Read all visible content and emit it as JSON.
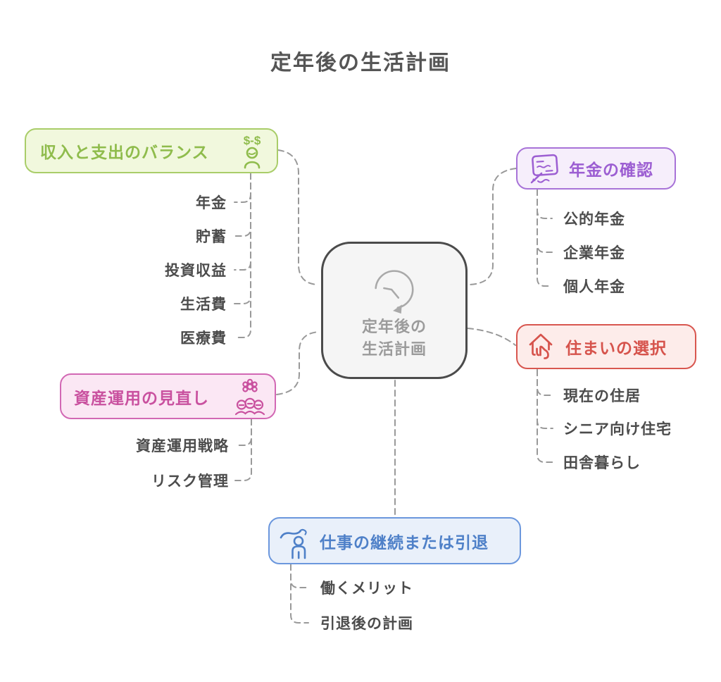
{
  "title": "定年後の生活計画",
  "center": {
    "label_line1": "定年後の",
    "label_line2": "生活計画",
    "icon": "rotate-clock-icon",
    "border_color": "#4b4b4b",
    "bg_color": "#f5f5f5",
    "text_color": "#9b9b9b"
  },
  "connector_color": "#999999",
  "item_text_color": "#4c4c4c",
  "branches": [
    {
      "label": "収入と支出のバランス",
      "icon": "income-balance-person-icon",
      "icon_text": "$-$",
      "border_color": "#a9cd69",
      "bg_color": "#f1f8dd",
      "text_color": "#8fbc4c",
      "children": [
        "年金",
        "貯蓄",
        "投資収益",
        "生活費",
        "医療費"
      ]
    },
    {
      "label": "資産運用の見直し",
      "icon": "asset-flower-group-icon",
      "border_color": "#d268b4",
      "bg_color": "#fbe7f4",
      "text_color": "#c9519f",
      "children": [
        "資産運用戦略",
        "リスク管理"
      ]
    },
    {
      "label": "年金の確認",
      "icon": "pension-document-pen-icon",
      "border_color": "#a873d8",
      "bg_color": "#f6eefb",
      "text_color": "#9c5ed2",
      "children": [
        "公的年金",
        "企業年金",
        "個人年金"
      ]
    },
    {
      "label": "住まいの選択",
      "icon": "house-select-hand-icon",
      "border_color": "#d8564f",
      "bg_color": "#fdecea",
      "text_color": "#d6534c",
      "children": [
        "現在の住居",
        "シニア向け住宅",
        "田舎暮らし"
      ]
    },
    {
      "label": "仕事の継続または引退",
      "icon": "work-person-hand-icon",
      "border_color": "#6b97dd",
      "bg_color": "#e9f0fa",
      "text_color": "#4e80c8",
      "children": [
        "働くメリット",
        "引退後の計画"
      ]
    }
  ]
}
